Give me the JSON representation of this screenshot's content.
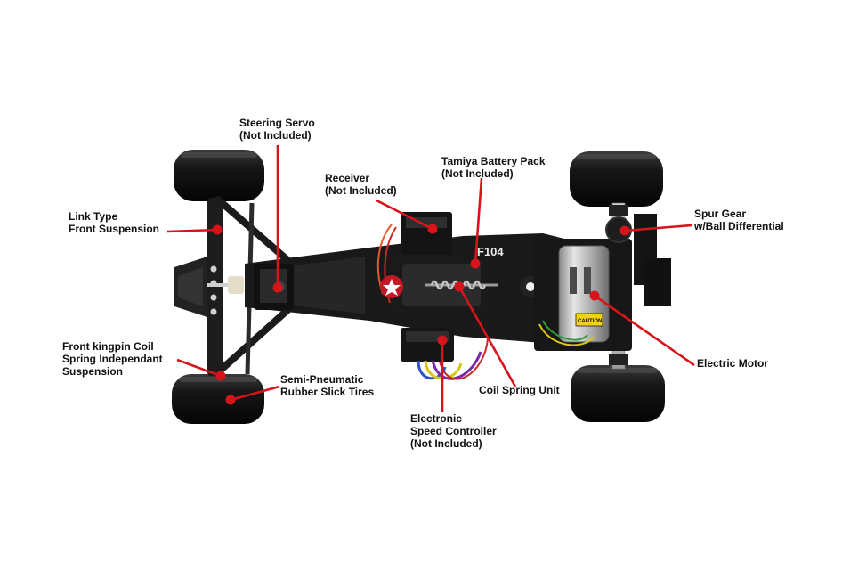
{
  "labels": {
    "steering_servo": {
      "line1": "Steering Servo",
      "line2": "(Not Included)"
    },
    "receiver": {
      "line1": "Receiver",
      "line2": "(Not Included)"
    },
    "battery_pack": {
      "line1": "Tamiya Battery Pack",
      "line2": "(Not Included)"
    },
    "link_suspension": {
      "line1": "Link Type",
      "line2": "Front Suspension"
    },
    "spur_gear": {
      "line1": "Spur Gear",
      "line2": "w/Ball Differential"
    },
    "kingpin": {
      "line1": "Front kingpin Coil",
      "line2": "Spring Independant",
      "line3": "Suspension"
    },
    "tires": {
      "line1": "Semi-Pneumatic",
      "line2": "Rubber Slick Tires"
    },
    "coil_spring": {
      "line1": "Coil Spring Unit"
    },
    "esc": {
      "line1": "Electronic",
      "line2": "Speed Controller",
      "line3": "(Not Included)"
    },
    "motor": {
      "line1": "Electric Motor"
    }
  },
  "chassis_marks": {
    "model_name": "F104",
    "motor_sticker": "CAUTION"
  },
  "colors": {
    "callout": "#d8141b",
    "chassis": "#1a1a1a",
    "tire": "#151515",
    "text": "#111111"
  }
}
